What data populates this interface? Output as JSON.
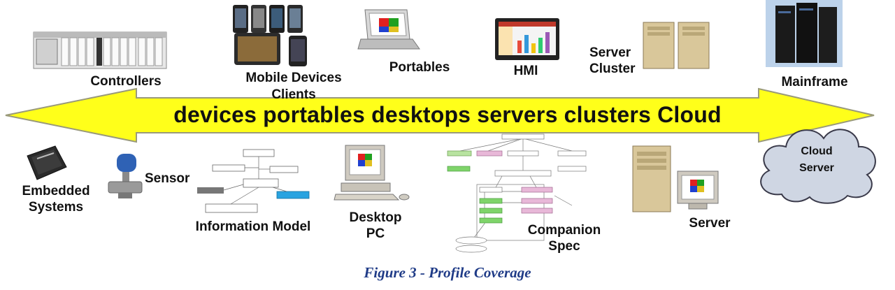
{
  "arrow_text": "devices  portables  desktops servers clusters Cloud",
  "labels": {
    "controllers": "Controllers",
    "mobile_line1": "Mobile Devices",
    "mobile_line2": "Clients",
    "portables": "Portables",
    "hmi": "HMI",
    "server_cluster_line1": "Server",
    "server_cluster_line2": "Cluster",
    "mainframe": "Mainframe",
    "embedded_line1": "Embedded",
    "embedded_line2": "Systems",
    "sensor": "Sensor",
    "information_model": "Information Model",
    "desktop_line1": "Desktop",
    "desktop_line2": "PC",
    "companion_line1": "Companion",
    "companion_line2": "Spec",
    "server": "Server"
  },
  "cloud": {
    "line1": "Cloud",
    "line2": "Server"
  },
  "caption": "Figure 3 - Profile Coverage",
  "colors": {
    "arrow_fill": "#ffff1a",
    "arrow_stroke": "#9a9a7a",
    "cloud_fill": "#cfd6e3",
    "caption": "#1f3b87"
  }
}
